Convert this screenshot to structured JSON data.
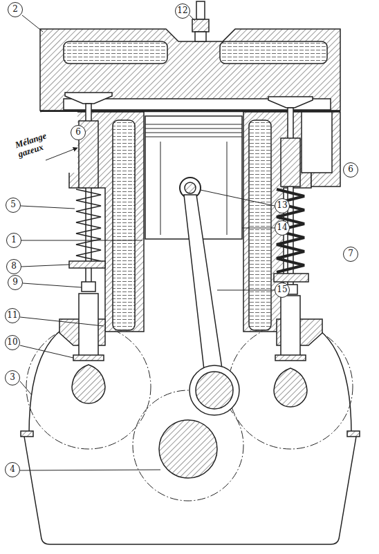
{
  "diagram": {
    "labels": [
      "12",
      "2",
      "6",
      "Mélange gazeux",
      "6",
      "5",
      "13",
      "1",
      "14",
      "7",
      "8",
      "9",
      "15",
      "11",
      "10",
      "3",
      "4"
    ]
  }
}
